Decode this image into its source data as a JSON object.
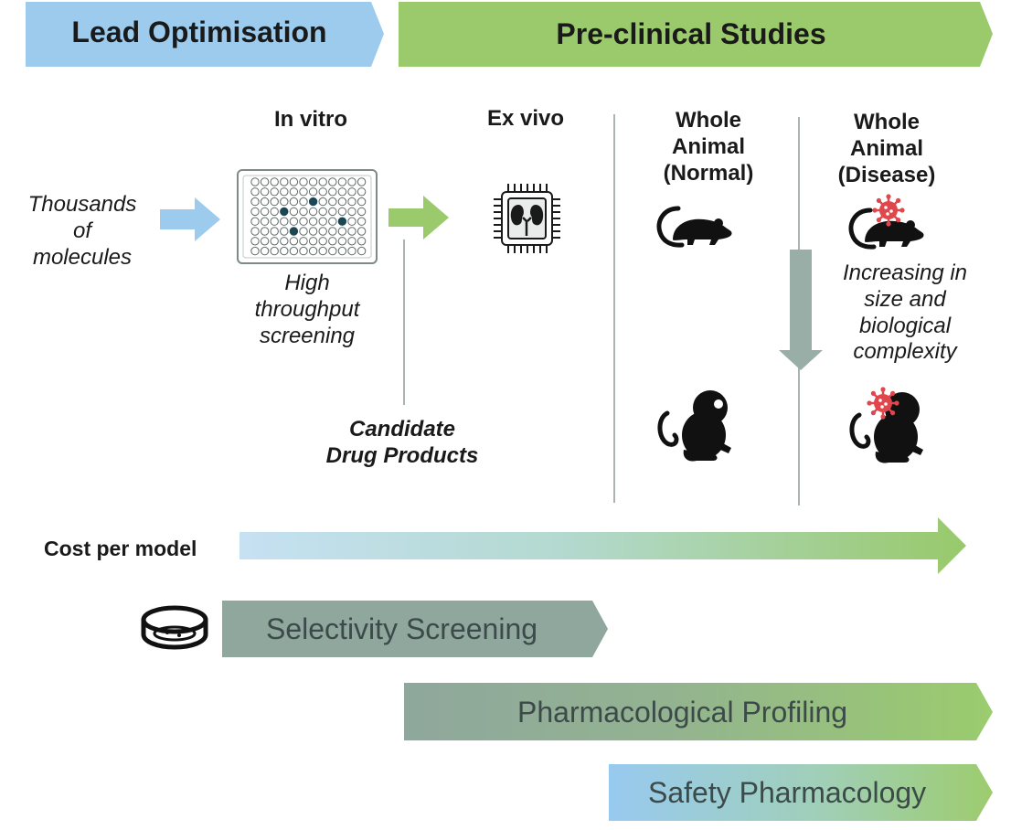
{
  "phases": {
    "lead": "Lead Optimisation",
    "preclinical": "Pre-clinical Studies"
  },
  "columns": {
    "in_vitro": "In vitro",
    "ex_vivo": "Ex vivo",
    "whole_normal": [
      "Whole",
      "Animal",
      "(Normal)"
    ],
    "whole_disease": [
      "Whole",
      "Animal",
      "(Disease)"
    ]
  },
  "molecules": [
    "Thousands",
    "of",
    "molecules"
  ],
  "screening": [
    "High",
    "throughput",
    "screening"
  ],
  "candidate": [
    "Candidate",
    "Drug Products"
  ],
  "complexity": [
    "Increasing in",
    "size and",
    "biological",
    "complexity"
  ],
  "cost_label": "Cost per model",
  "bars": {
    "selectivity": "Selectivity Screening",
    "pharmacological": "Pharmacological Profiling",
    "safety": "Safety Pharmacology"
  },
  "icons": {
    "well_plate": "well-plate-icon",
    "organ_chip": "organ-on-chip-icon",
    "mouse": "mouse-icon",
    "mouse_disease": "diseased-mouse-icon",
    "monkey": "monkey-icon",
    "monkey_disease": "diseased-monkey-icon",
    "petri": "petri-dish-icon",
    "virus": "virus-icon"
  },
  "colors": {
    "blue": "#9ccbed",
    "green": "#9bca6c",
    "grey_green": "#8aa39a",
    "dark_dot": "#1d4654",
    "virus_red": "#e0464b"
  }
}
